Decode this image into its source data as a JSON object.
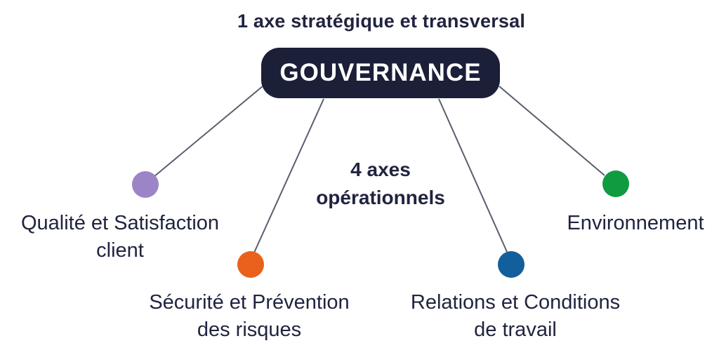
{
  "header": {
    "strategic_axis_label": "1 axe stratégique et transversal",
    "governance_label": "GOUVERNANCE"
  },
  "center": {
    "operational_axes_label": "4 axes\nopérationnels"
  },
  "colors": {
    "box_navy": "#1b1f38",
    "text_navy": "#20243f",
    "connector_gray": "#5a5d6e",
    "background": "#ffffff"
  },
  "nodes": [
    {
      "id": "qualite-satisfaction-client",
      "label": "Qualité et Satisfaction\nclient",
      "color": "#9c85c7"
    },
    {
      "id": "securite-prevention-risques",
      "label": "Sécurité et Prévention\ndes risques",
      "color": "#e9611c"
    },
    {
      "id": "relations-conditions-travail",
      "label": "Relations et Conditions\nde travail",
      "color": "#135f9e"
    },
    {
      "id": "environnement",
      "label": "Environnement",
      "color": "#109b41"
    }
  ]
}
